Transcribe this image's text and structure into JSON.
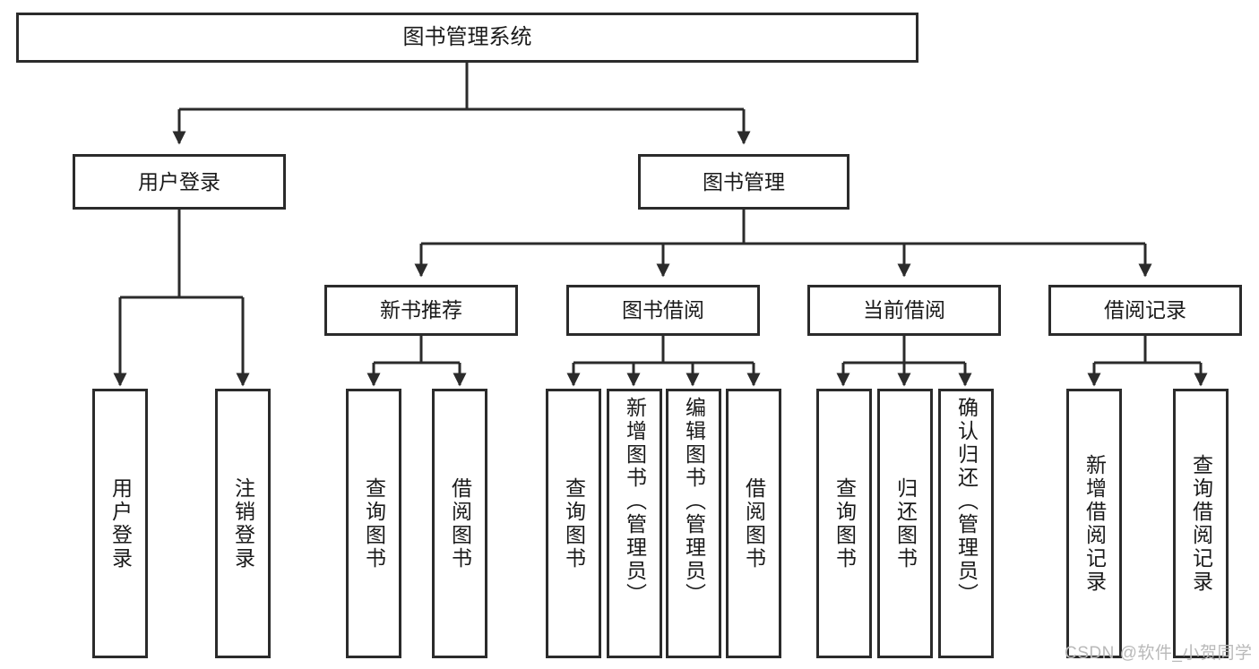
{
  "diagram": {
    "type": "tree",
    "title": "图书管理系统",
    "background": "#ffffff",
    "line_color": "#2b2b2b",
    "text_color": "#1a1a1a",
    "root": {
      "label": "图书管理系统"
    },
    "level2": [
      {
        "label": "用户登录"
      },
      {
        "label": "图书管理"
      }
    ],
    "level3": [
      {
        "label": "新书推荐"
      },
      {
        "label": "图书借阅"
      },
      {
        "label": "当前借阅"
      },
      {
        "label": "借阅记录"
      }
    ],
    "leaves": {
      "user_login": [
        {
          "label": "用户登录"
        },
        {
          "label": "注销登录"
        }
      ],
      "new_book": [
        {
          "label": "查询图书"
        },
        {
          "label": "借阅图书"
        }
      ],
      "book_borrow": [
        {
          "label": "查询图书"
        },
        {
          "label": "新增图书（管理员）"
        },
        {
          "label": "编辑图书（管理员）"
        },
        {
          "label": "借阅图书"
        }
      ],
      "current_borrow": [
        {
          "label": "查询图书"
        },
        {
          "label": "归还图书"
        },
        {
          "label": "确认归还（管理员）"
        }
      ],
      "borrow_record": [
        {
          "label": "新增借阅记录"
        },
        {
          "label": "查询借阅记录"
        }
      ]
    }
  },
  "watermark": {
    "text": "CSDN @软件_小贺同学"
  }
}
